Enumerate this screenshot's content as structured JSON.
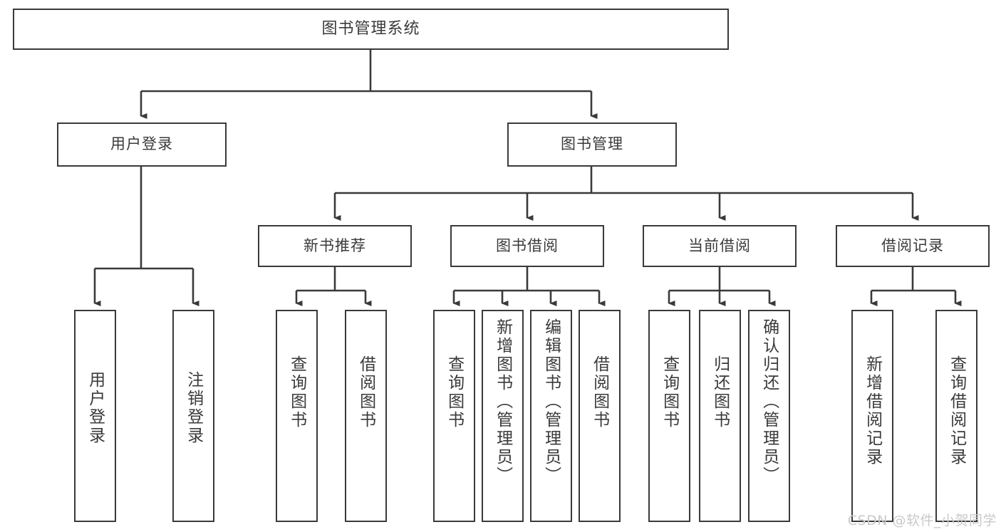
{
  "diagram": {
    "type": "tree",
    "title": "图书管理系统",
    "watermark": "CSDN @软件_小贺同学",
    "colors": {
      "box_border": "#3a3a3a",
      "box_fill": "#ffffff",
      "connector": "#3a3a3a",
      "text": "#3a3a3a",
      "watermark": "#c9c9c9"
    },
    "root": {
      "id": "root",
      "label": "图书管理系统"
    },
    "level2": [
      {
        "id": "login",
        "label": "用户登录"
      },
      {
        "id": "bookmgmt",
        "label": "图书管理"
      }
    ],
    "level3": [
      {
        "id": "newbook",
        "label": "新书推荐",
        "parent": "bookmgmt"
      },
      {
        "id": "borrow",
        "label": "图书借阅",
        "parent": "bookmgmt"
      },
      {
        "id": "current",
        "label": "当前借阅",
        "parent": "bookmgmt"
      },
      {
        "id": "records",
        "label": "借阅记录",
        "parent": "bookmgmt"
      }
    ],
    "leaves": [
      {
        "id": "leaf-user-login",
        "label": "用户登录",
        "parent": "login"
      },
      {
        "id": "leaf-user-logout",
        "label": "注销登录",
        "parent": "login"
      },
      {
        "id": "leaf-query-book-1",
        "label": "查询图书",
        "parent": "newbook"
      },
      {
        "id": "leaf-borrow-book-1",
        "label": "借阅图书",
        "parent": "newbook"
      },
      {
        "id": "leaf-query-book-2",
        "label": "查询图书",
        "parent": "borrow"
      },
      {
        "id": "leaf-add-book",
        "label": "新增图书（管理员）",
        "parent": "borrow"
      },
      {
        "id": "leaf-edit-book",
        "label": "编辑图书（管理员）",
        "parent": "borrow"
      },
      {
        "id": "leaf-borrow-book-2",
        "label": "借阅图书",
        "parent": "borrow"
      },
      {
        "id": "leaf-query-book-3",
        "label": "查询图书",
        "parent": "current"
      },
      {
        "id": "leaf-return-book",
        "label": "归还图书",
        "parent": "current"
      },
      {
        "id": "leaf-confirm-return",
        "label": "确认归还（管理员）",
        "parent": "current"
      },
      {
        "id": "leaf-add-record",
        "label": "新增借阅记录",
        "parent": "records"
      },
      {
        "id": "leaf-query-record",
        "label": "查询借阅记录",
        "parent": "records"
      }
    ]
  }
}
